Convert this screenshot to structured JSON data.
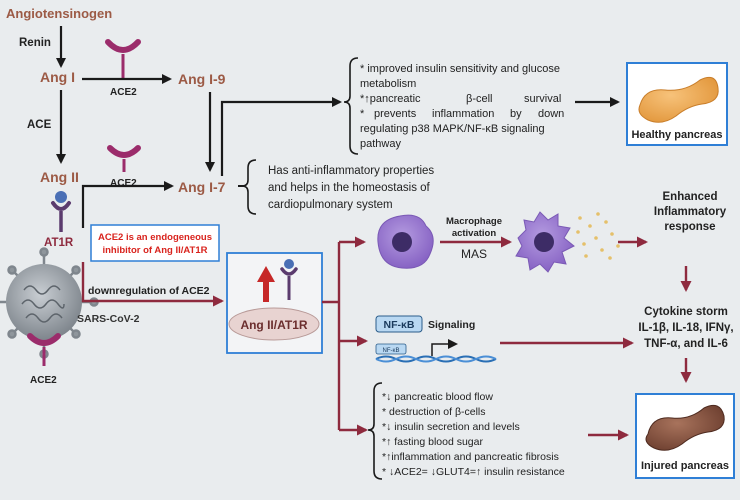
{
  "colors": {
    "background": "#e9ecee",
    "brown_label": "#9c5a45",
    "maroon_arrow": "#8e2a3e",
    "black_arrow": "#1a1a1a",
    "blue_box": "#2f7fd6",
    "red_text": "#d9231d",
    "purple_cell": "#9a7ad0",
    "virus_gray": "#9aa0a6"
  },
  "pathway": {
    "angiotensinogen": "Angiotensinogen",
    "renin": "Renin",
    "ang1": "Ang I",
    "ace": "ACE",
    "ang2": "Ang II",
    "at1r": "AT1R",
    "ace2_top": "ACE2",
    "ace2_mid": "ACE2",
    "ang19": "Ang I-9",
    "ang17": "Ang I-7"
  },
  "benefits": {
    "line1": "* improved insulin sensitivity and glucose",
    "line2": "metabolism",
    "line3a": "*↑pancreatic",
    "line3b": "β-cell",
    "line3c": "survival",
    "line4a": "*",
    "line4b": "prevents",
    "line4c": "inflammation",
    "line4d": "by",
    "line4e": "down",
    "line5": "regulating p38 MAPK/NF-κB signaling",
    "line6": "pathway"
  },
  "anti_inflammatory": {
    "line1": "Has anti-inflammatory properties",
    "line2": "and helps in the homeostasis of",
    "line3": "cardiopulmonary system"
  },
  "healthy_pancreas": "Healthy pancreas",
  "injured_pancreas": "Injured pancreas",
  "ace2_inhibitor": {
    "line1": "ACE2 is an endogeneous",
    "line2": "inhibitor of Ang II/AT1R"
  },
  "virus": {
    "label": "SARS-CoV-2",
    "ace2": "ACE2",
    "downregulation": "downregulation  of ACE2"
  },
  "receptor_box": "Ang II/AT1R",
  "macrophage": {
    "activation_line1": "Macrophage",
    "activation_line2": "activation",
    "mas": "MAS"
  },
  "inflammatory": {
    "line1": "Enhanced",
    "line2": "Inflammatory",
    "line3": "response"
  },
  "nfkb": {
    "badge": "NF-κB",
    "signaling": "Signaling",
    "small": "NF-κB"
  },
  "cytokine": {
    "line1": "Cytokine storm",
    "line2": "IL-1β, IL-18, IFNγ,",
    "line3": "TNF-α, and IL-6"
  },
  "effects": [
    "*↓ pancreatic blood flow",
    "* destruction of β-cells",
    "*↓ insulin secretion and levels",
    "*↑ fasting blood sugar",
    "*↑inflammation and pancreatic fibrosis",
    "* ↓ACE2= ↓GLUT4=↑ insulin resistance"
  ]
}
